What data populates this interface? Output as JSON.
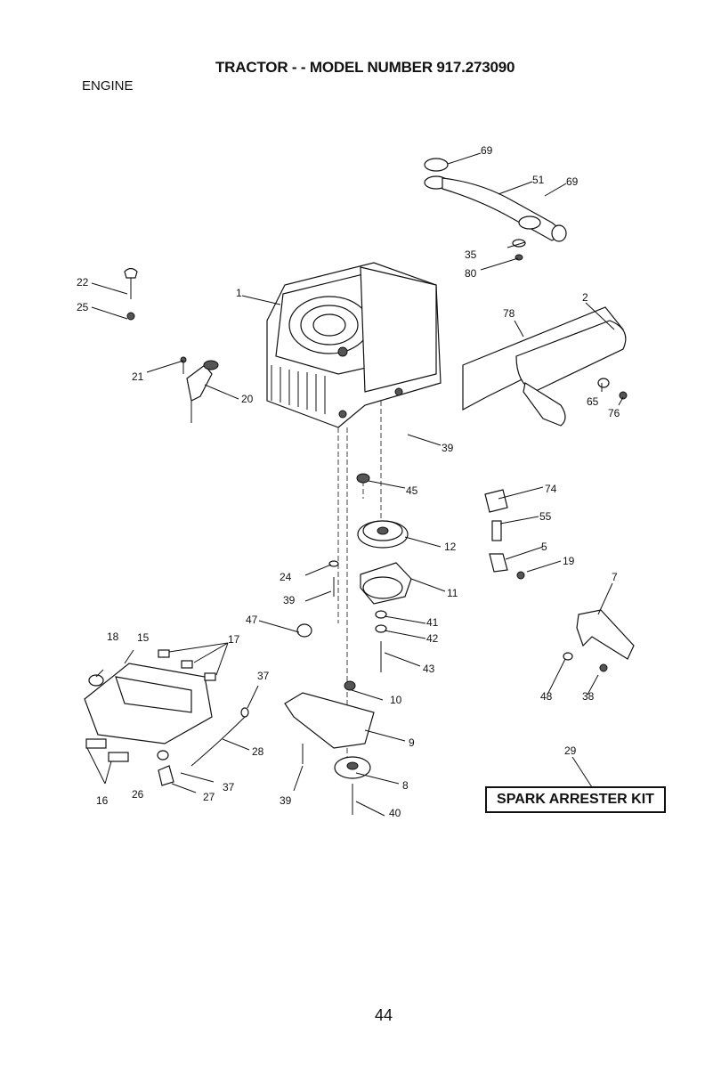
{
  "header": {
    "title": "TRACTOR - - MODEL NUMBER 917.273090",
    "section": "ENGINE"
  },
  "kit_label": "SPARK ARRESTER KIT",
  "page_number": "44",
  "callouts": [
    "69",
    "51",
    "69",
    "35",
    "80",
    "2",
    "78",
    "65",
    "76",
    "22",
    "25",
    "1",
    "21",
    "20",
    "39",
    "45",
    "74",
    "55",
    "5",
    "19",
    "12",
    "11",
    "24",
    "39",
    "41",
    "42",
    "43",
    "47",
    "18",
    "15",
    "17",
    "37",
    "10",
    "9",
    "28",
    "26",
    "27",
    "37",
    "16",
    "39",
    "8",
    "40",
    "7",
    "48",
    "38",
    "29"
  ]
}
